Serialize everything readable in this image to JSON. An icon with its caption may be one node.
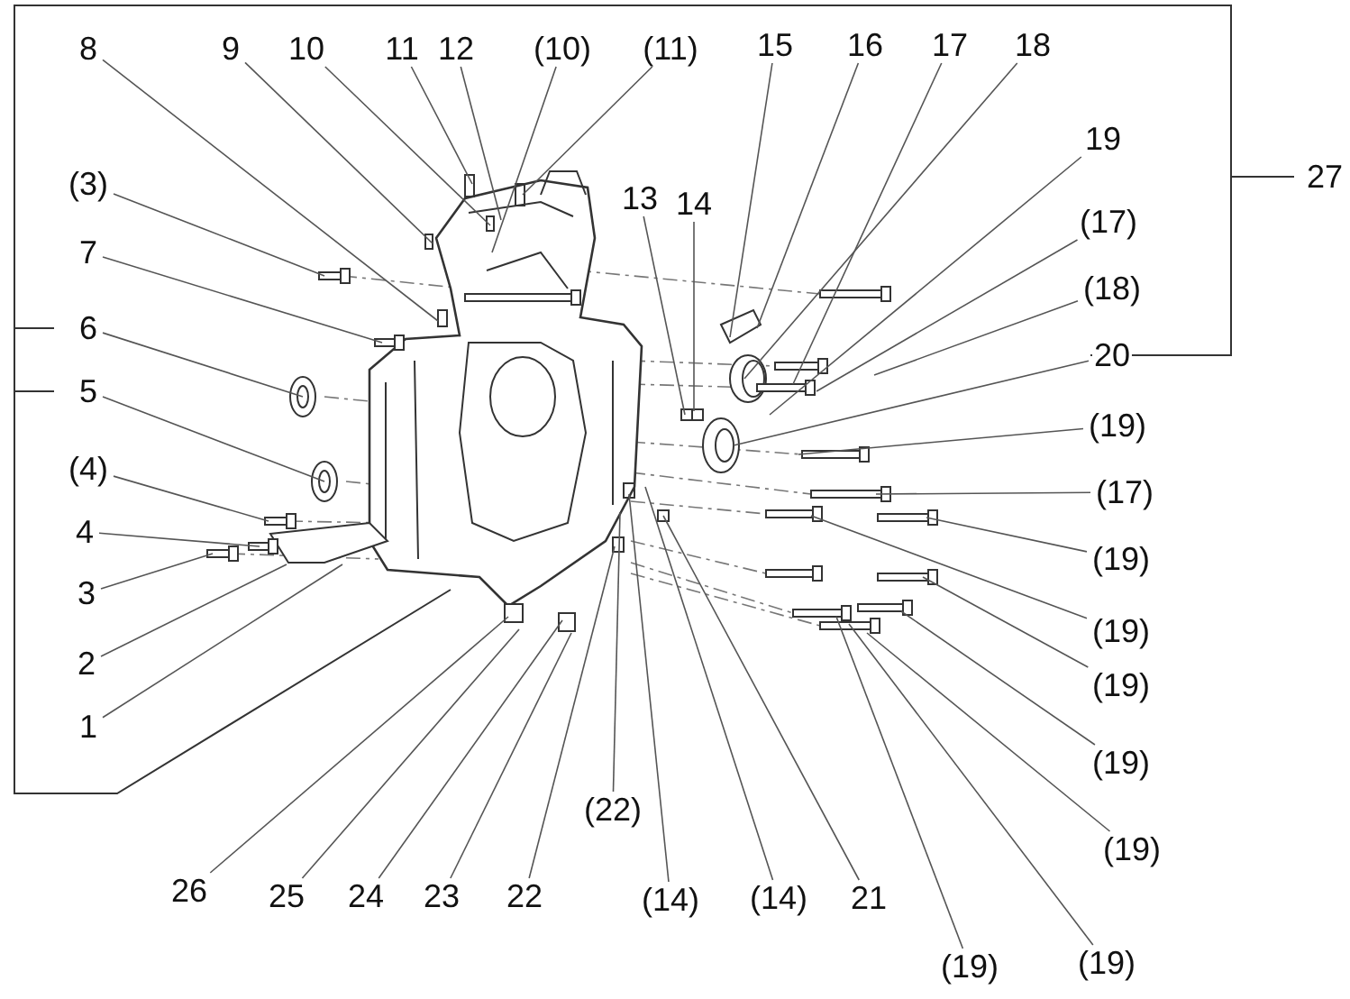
{
  "diagram": {
    "nodes": [
      {
        "text": [
          "8"
        ]
      },
      {
        "text": [
          "9"
        ]
      },
      {
        "text": [
          "10"
        ]
      },
      {
        "text": [
          "11"
        ]
      },
      {
        "text": [
          "12"
        ]
      },
      {
        "text": [
          "(10)"
        ]
      },
      {
        "text": [
          "(11)"
        ]
      },
      {
        "text": [
          "15"
        ]
      },
      {
        "text": [
          "16"
        ]
      },
      {
        "text": [
          "17"
        ]
      },
      {
        "text": [
          "18"
        ]
      },
      {
        "text": [
          "19"
        ]
      },
      {
        "text": [
          "(3)"
        ]
      },
      {
        "text": [
          "13"
        ]
      },
      {
        "text": [
          "14"
        ]
      },
      {
        "text": [
          "(17)"
        ]
      },
      {
        "text": [
          "7"
        ]
      },
      {
        "text": [
          "(18)"
        ]
      },
      {
        "text": [
          "6"
        ]
      },
      {
        "text": [
          "20"
        ]
      },
      {
        "text": [
          "5"
        ]
      },
      {
        "text": [
          "(19)"
        ]
      },
      {
        "text": [
          "(4)"
        ]
      },
      {
        "text": [
          "(17)"
        ]
      },
      {
        "text": [
          "4"
        ]
      },
      {
        "text": [
          "(19)"
        ]
      },
      {
        "text": [
          "3"
        ]
      },
      {
        "text": [
          "(19)"
        ]
      },
      {
        "text": [
          "2"
        ]
      },
      {
        "text": [
          "(19)"
        ]
      },
      {
        "text": [
          "1"
        ]
      },
      {
        "text": [
          "(19)"
        ]
      },
      {
        "text": [
          "(22)"
        ]
      },
      {
        "text": [
          "(19)"
        ]
      },
      {
        "text": [
          "26"
        ]
      },
      {
        "text": [
          "25"
        ]
      },
      {
        "text": [
          "24"
        ]
      },
      {
        "text": [
          "23"
        ]
      },
      {
        "text": [
          "22"
        ]
      },
      {
        "text": [
          "(14)"
        ]
      },
      {
        "text": [
          "(14)"
        ]
      },
      {
        "text": [
          "21"
        ]
      },
      {
        "text": [
          "(19)"
        ]
      },
      {
        "text": [
          "(19)"
        ]
      }
    ],
    "edges": [
      {
        "from": 0,
        "to": null,
        "arrow": "none"
      },
      {
        "from": 1,
        "to": null,
        "arrow": "none"
      },
      {
        "from": 2,
        "to": null,
        "arrow": "none"
      },
      {
        "from": 3,
        "to": null,
        "arrow": "none"
      },
      {
        "from": 4,
        "to": null,
        "arrow": "none"
      },
      {
        "from": 5,
        "to": null,
        "arrow": "none"
      },
      {
        "from": 6,
        "to": null,
        "arrow": "none"
      },
      {
        "from": 7,
        "to": null,
        "arrow": "none"
      },
      {
        "from": 8,
        "to": null,
        "arrow": "none"
      },
      {
        "from": 9,
        "to": null,
        "arrow": "none"
      },
      {
        "from": 10,
        "to": null,
        "arrow": "none"
      },
      {
        "from": 11,
        "to": null,
        "arrow": "none"
      },
      {
        "from": 12,
        "to": null,
        "arrow": "none"
      },
      {
        "from": 13,
        "to": null,
        "arrow": "none"
      },
      {
        "from": 14,
        "to": null,
        "arrow": "none"
      },
      {
        "from": 15,
        "to": null,
        "arrow": "none"
      },
      {
        "from": 16,
        "to": null,
        "arrow": "none"
      },
      {
        "from": 17,
        "to": null,
        "arrow": "none"
      },
      {
        "from": 18,
        "to": null,
        "arrow": "none"
      },
      {
        "from": 19,
        "to": null,
        "arrow": "none"
      },
      {
        "from": 20,
        "to": null,
        "arrow": "none"
      },
      {
        "from": 21,
        "to": null,
        "arrow": "none"
      },
      {
        "from": 22,
        "to": null,
        "arrow": "none"
      },
      {
        "from": 23,
        "to": null,
        "arrow": "none"
      },
      {
        "from": 24,
        "to": null,
        "arrow": "none"
      },
      {
        "from": 25,
        "to": null,
        "arrow": "none"
      },
      {
        "from": 26,
        "to": null,
        "arrow": "none"
      },
      {
        "from": 27,
        "to": null,
        "arrow": "none"
      },
      {
        "from": 28,
        "to": null,
        "arrow": "none"
      },
      {
        "from": 29,
        "to": null,
        "arrow": "none"
      },
      {
        "from": 30,
        "to": null,
        "arrow": "none"
      },
      {
        "from": 31,
        "to": null,
        "arrow": "none"
      },
      {
        "from": 32,
        "to": null,
        "arrow": "none"
      },
      {
        "from": 33,
        "to": null,
        "arrow": "none"
      },
      {
        "from": 34,
        "to": null,
        "arrow": "none"
      },
      {
        "from": 35,
        "to": null,
        "arrow": "none"
      },
      {
        "from": 36,
        "to": null,
        "arrow": "none"
      },
      {
        "from": 37,
        "to": null,
        "arrow": "none"
      },
      {
        "from": 38,
        "to": null,
        "arrow": "none"
      },
      {
        "from": 39,
        "to": null,
        "arrow": "none"
      },
      {
        "from": 40,
        "to": null,
        "arrow": "none"
      },
      {
        "from": 41,
        "to": null,
        "arrow": "none"
      },
      {
        "from": 42,
        "to": null,
        "arrow": "none"
      },
      {
        "from": 43,
        "to": null,
        "arrow": "none"
      }
    ],
    "labels": [
      "27"
    ]
  }
}
